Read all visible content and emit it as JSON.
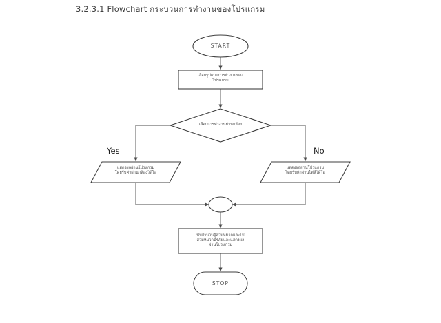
{
  "page": {
    "title": "3.2.3.1 Flowchart กระบวนการทำงานของโปรแกรม",
    "background": "#ffffff",
    "stroke_color": "#4a4a4a",
    "text_color": "#4a4a4a"
  },
  "flowchart": {
    "nodes": {
      "start": {
        "shape": "terminal-oval",
        "label": "START"
      },
      "select_mode": {
        "shape": "process-rect",
        "label": "เลือกรูปแบบการทำงานของ\nโปรแกรม"
      },
      "decision_camera": {
        "shape": "decision-diamond",
        "label": "เลือกการทำงานผ่านกล้อง"
      },
      "output_camera": {
        "shape": "io-parallelogram",
        "label": "แสดงผลผ่านโปรแกรม\nโดยรับค่าผ่านกล้องวิดีโอ"
      },
      "output_file": {
        "shape": "io-parallelogram",
        "label": "แสดงผลผ่านโปรแกรม\nโดยรับค่าผ่านไฟล์วิดีโอ"
      },
      "merge": {
        "shape": "connector-oval",
        "label": ""
      },
      "count_helmets": {
        "shape": "process-rect",
        "label": "นับจำนวนผู้สวมหมวกและไม่\nสวมหมวกนิรภัยและแสดงผล\nผ่านโปรแกรม"
      },
      "stop": {
        "shape": "terminal-oval",
        "label": "STOP"
      }
    },
    "branches": {
      "yes": "Yes",
      "no": "No"
    }
  }
}
